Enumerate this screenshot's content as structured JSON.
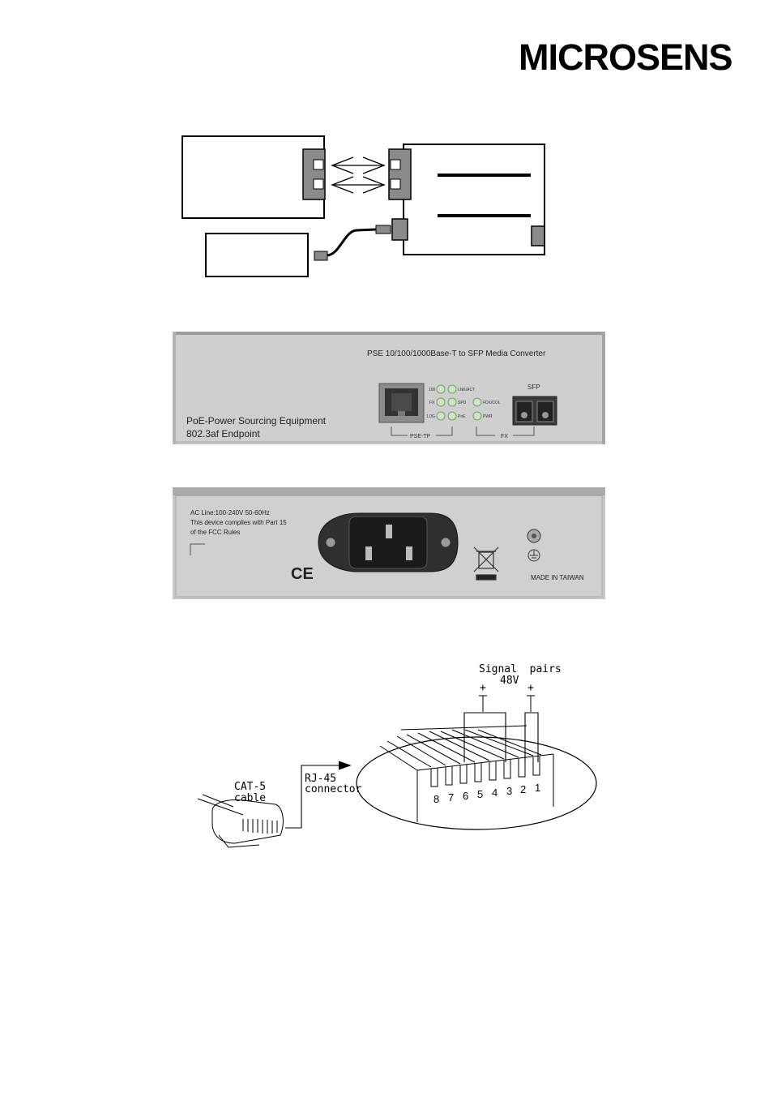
{
  "header": {
    "logo_text": "MICROSENS"
  },
  "front_panel": {
    "title": "PSE 10/100/1000Base-T to SFP Media Converter",
    "left_line1": "PoE-Power Sourcing Equipment",
    "left_line2": "802.3af Endpoint",
    "led_labels_left": [
      "100",
      "FX",
      "1.0G"
    ],
    "led_labels_mid": [
      "LNK/ACT",
      "SPD",
      "PoE"
    ],
    "led_labels_right": [
      "FDX/COL",
      "PWR"
    ],
    "port_label_tp": "PSE-TP",
    "port_label_fx": "FX",
    "port_label_sfp": "SFP"
  },
  "rear_panel": {
    "line1": "AC Line:100-240V 50-60Hz",
    "line2": "This device complies with Part 15",
    "line3": "of the FCC Rules",
    "ce_mark": "CE",
    "made_in": "MADE IN TAIWAN"
  },
  "rj45_diagram": {
    "signal_pairs": "Signal  pairs",
    "voltage": "48V",
    "plus": "+",
    "cable_line1": "CAT-5",
    "cable_line2": "cable",
    "connector_line1": "RJ-45",
    "connector_line2": "connector",
    "pin_numbers": [
      "8",
      "7",
      "6",
      "5",
      "4",
      "3",
      "2",
      "1"
    ]
  }
}
